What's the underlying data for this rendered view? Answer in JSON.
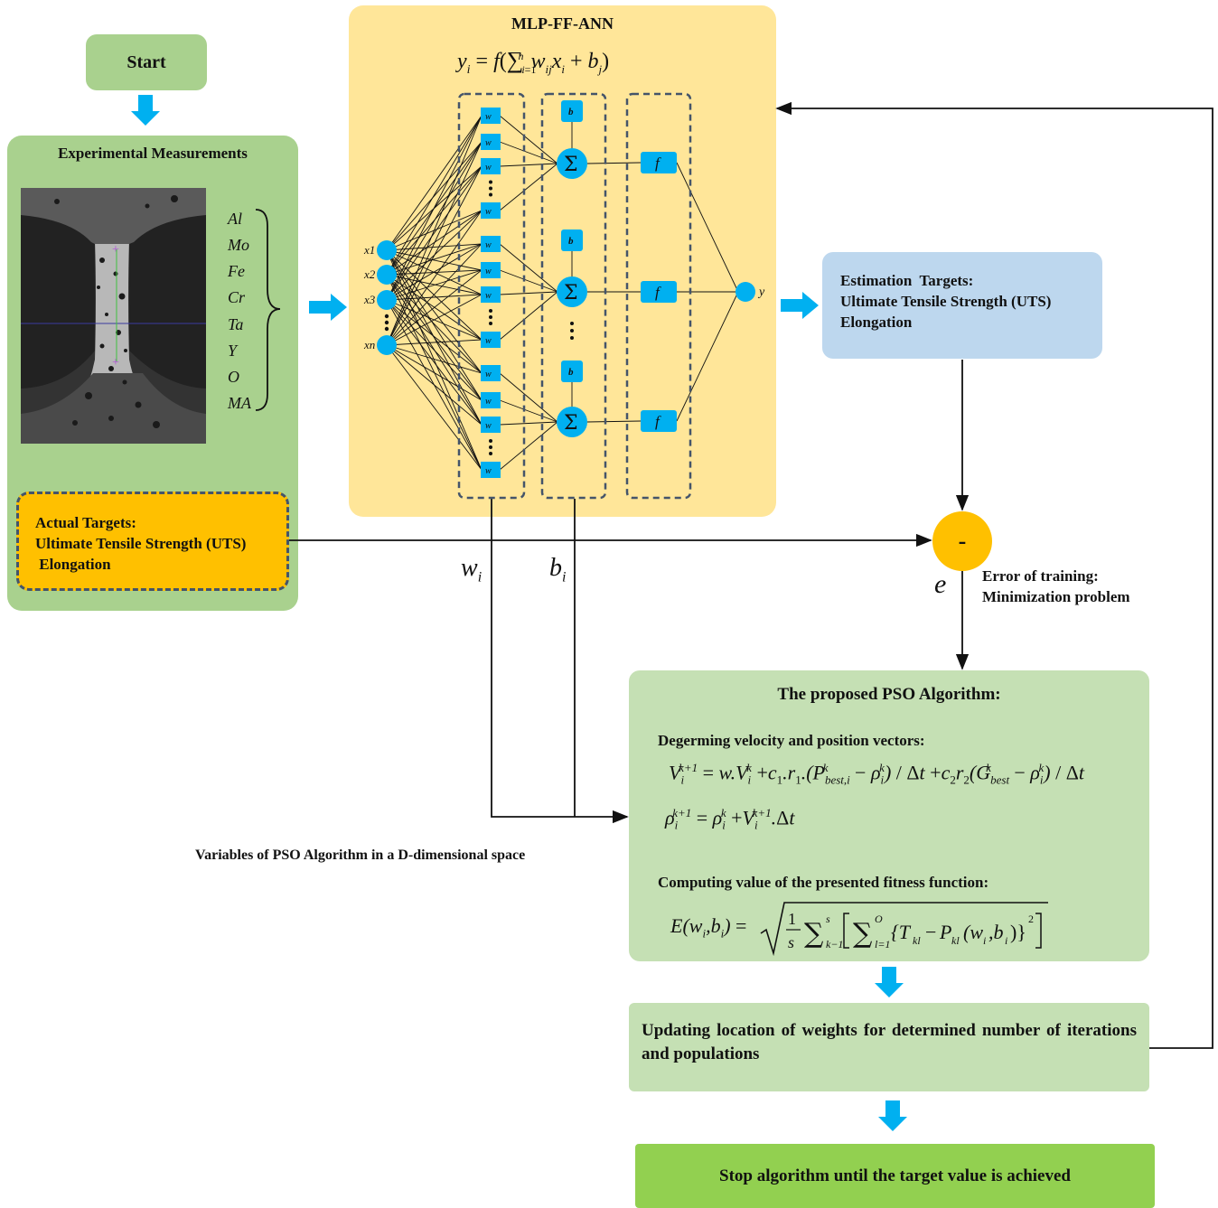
{
  "start": "Start",
  "experimental": {
    "title": "Experimental Measurements",
    "elements": [
      "Al",
      "Mo",
      "Fe",
      "Cr",
      "Ta",
      "Y",
      "O",
      "MA"
    ],
    "actual_targets": [
      "Actual Targets:",
      "Ultimate Tensile Strength (UTS)",
      " Elongation"
    ]
  },
  "mlp": {
    "title": "MLP-FF-ANN",
    "equation": "y_i = f(Σ_{i=1}^{n} w_ij x_i + b_j)",
    "inputs": [
      "x1",
      "x2",
      "x3",
      "xn"
    ],
    "output": "y",
    "weight_label": "w",
    "bias_label": "b",
    "activation_label": "f",
    "sum_label": "Σ"
  },
  "estimation": [
    "Estimation  Targets:",
    "Ultimate Tensile Strength (UTS)",
    "Elongation"
  ],
  "minus": "-",
  "error_symbol": "e",
  "error_label": [
    "Error of training:",
    "Minimization problem"
  ],
  "wi_label": "w",
  "wi_sub": "i",
  "bi_label": "b",
  "bi_sub": "i",
  "pso": {
    "title": "The proposed PSO Algorithm:",
    "velocity_label": "Degerming velocity and position vectors:",
    "eq_velocity": "V_i^{k+1} = w.V_i^k + c1.r1.(P^k_best,i − ρ_i^k)/Δt + c2 r2(G^k_best − ρ_i^k)/Δt",
    "eq_position": "ρ_i^{k+1} = ρ_i^k + V_i^{k+1}.Δt",
    "fitness_label": "Computing value of the presented fitness function:",
    "eq_fitness": "E(w_i,b_i) = sqrt( 1/s Σ_{k−1}^{s} [ Σ_{l=1}^{O} {T_kl − P_kl(w_i,b_i)}^2 ] )"
  },
  "variables_label": "Variables of PSO Algorithm in a D-dimensional space",
  "update": "Updating location of weights for determined number of iterations and populations",
  "stop": "Stop algorithm until the target value is achieved",
  "colors": {
    "green_panel": "#a9d18e",
    "yellow_panel": "#ffe699",
    "orange": "#ffc000",
    "blue_box": "#bdd7ee",
    "light_green": "#c5e0b4",
    "bright_green": "#92d050",
    "node_blue": "#00b0f0",
    "dashed_border": "#44546a"
  }
}
